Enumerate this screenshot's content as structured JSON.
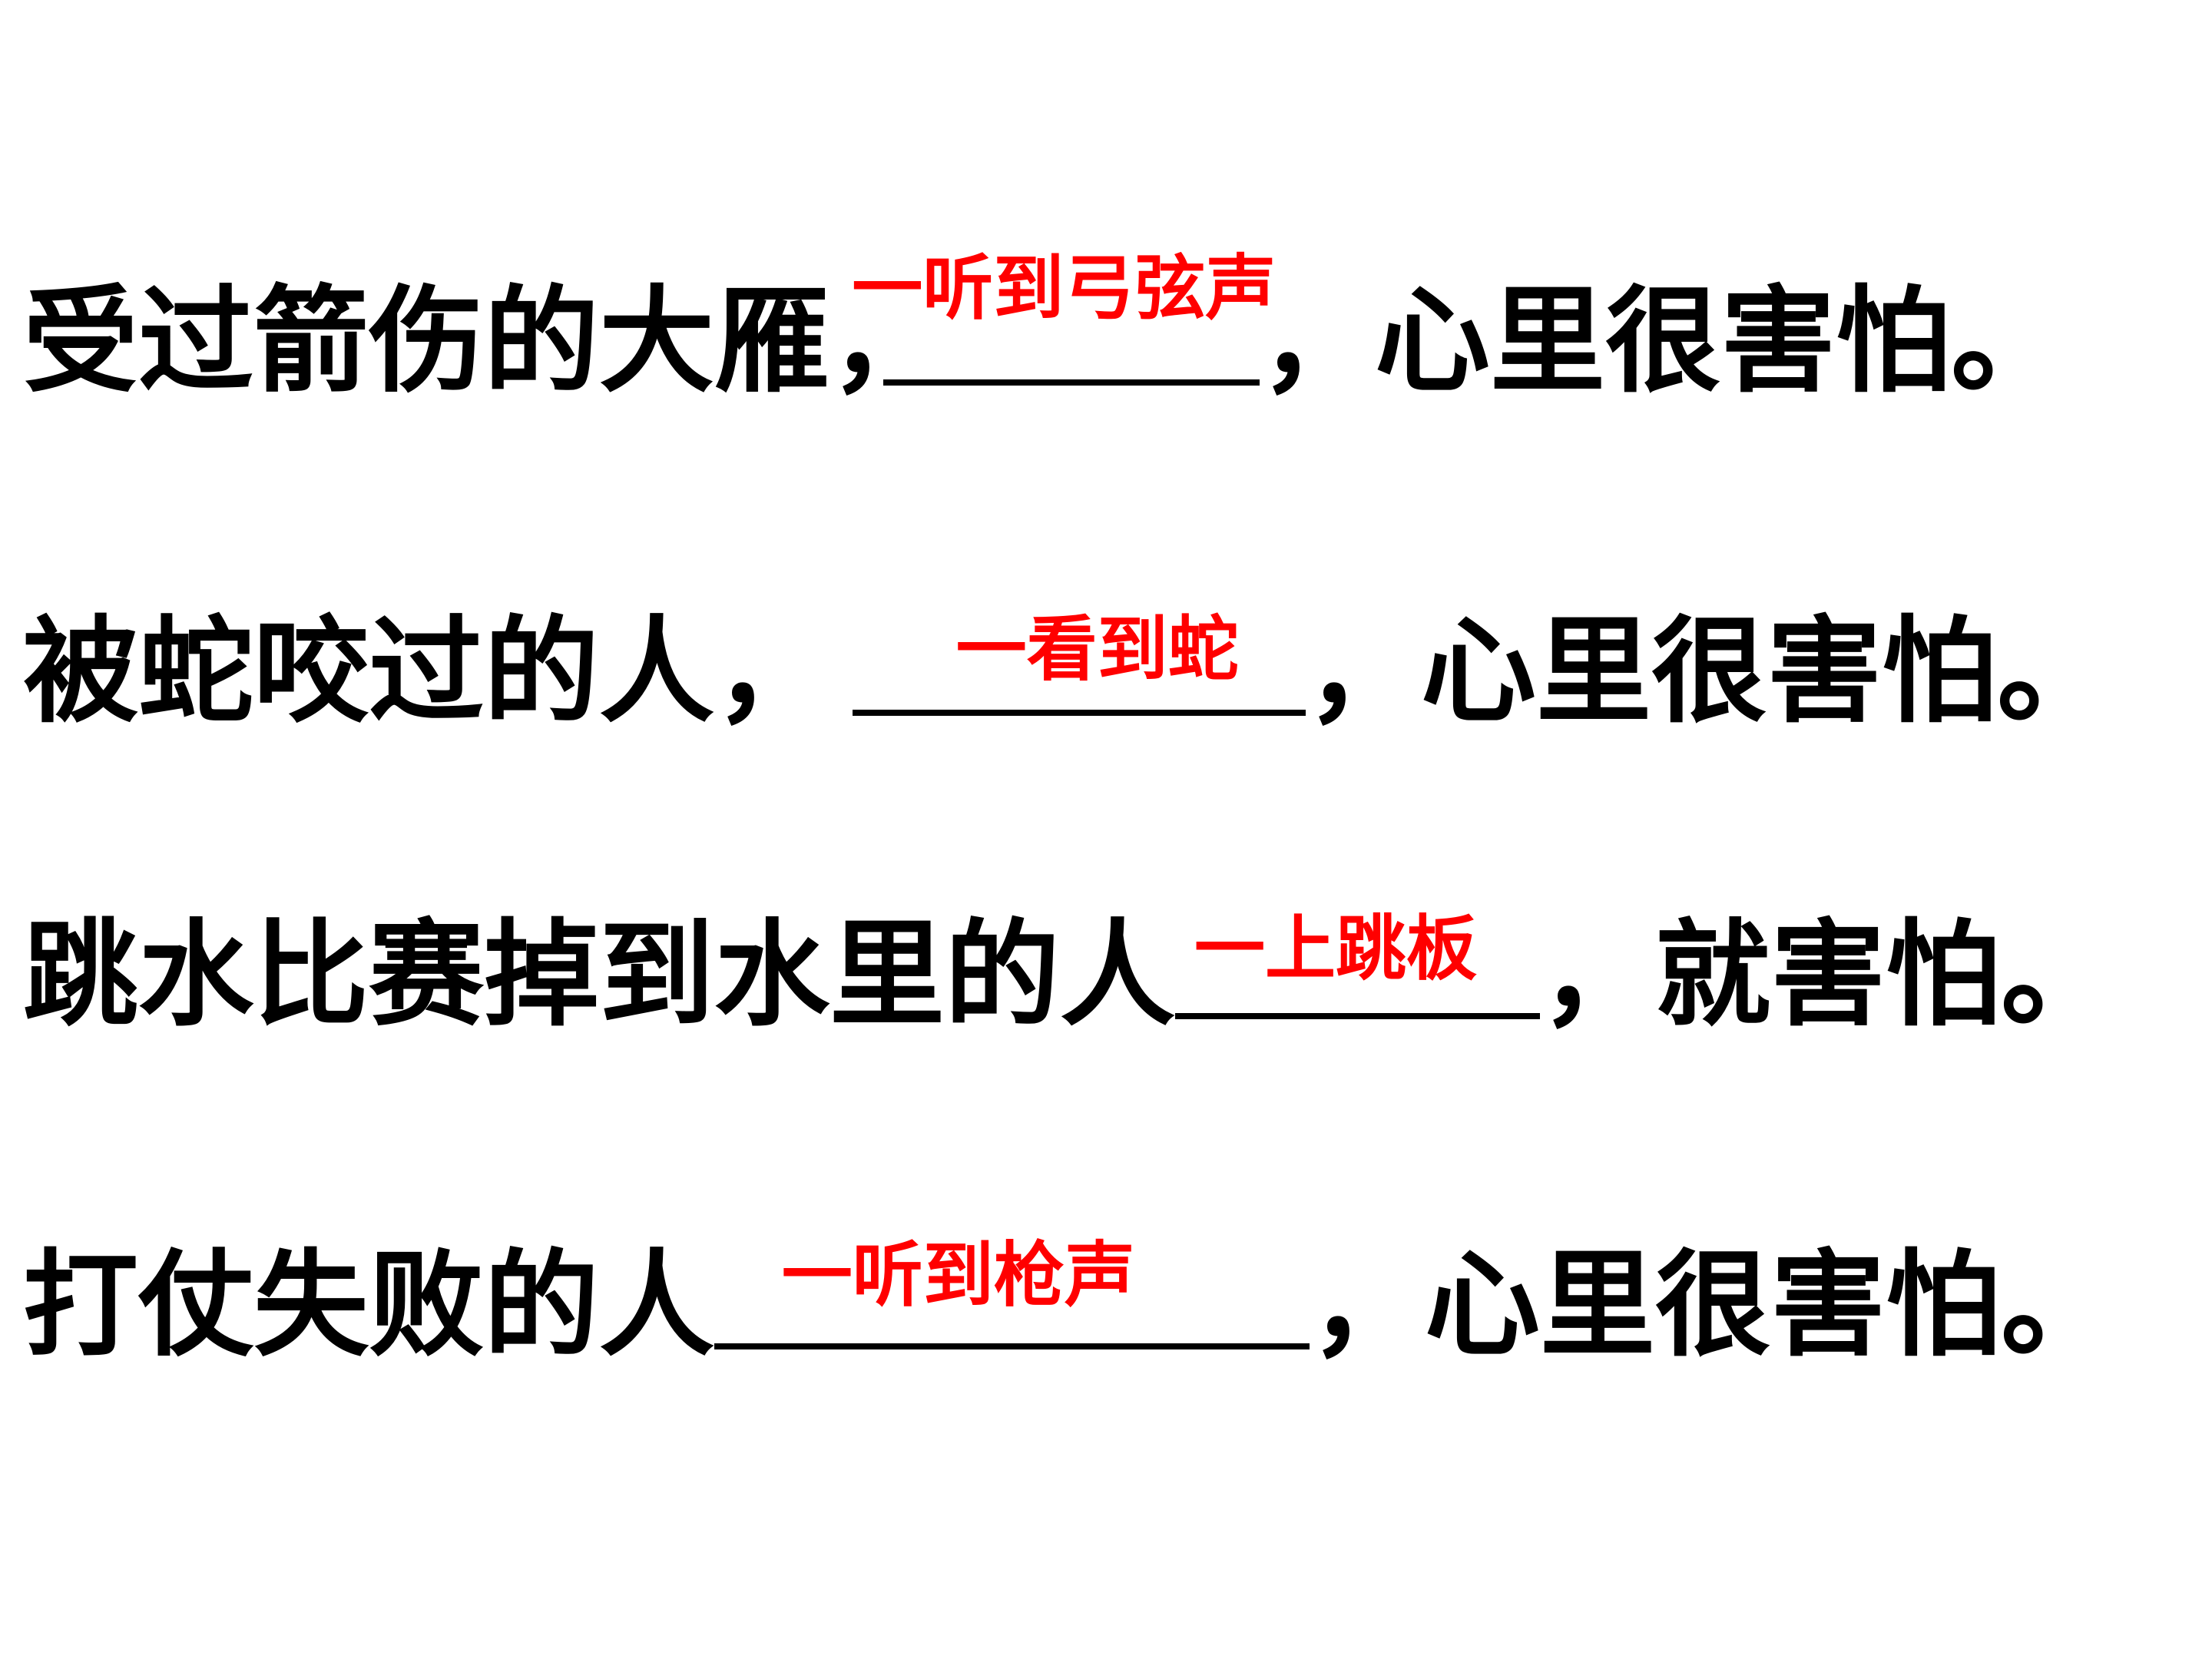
{
  "accent_color": "#ff0000",
  "text_color": "#000000",
  "sentences": [
    {
      "before": "受过箭伤的大雁，",
      "answer": "一听到弓弦声",
      "after_comma": "，",
      "after": "心里很害怕。"
    },
    {
      "before": "被蛇咬过的人，",
      "answer": "一看到蛇",
      "after_comma": "，",
      "after": "心里很害怕。"
    },
    {
      "before": "跳水比赛掉到水里的人",
      "answer": "一上跳板",
      "after_comma": "，",
      "after": "就害怕。"
    },
    {
      "before": "打仗失败的人",
      "answer": "一听到枪声",
      "after_comma": "，",
      "after": "心里很害怕。"
    }
  ]
}
